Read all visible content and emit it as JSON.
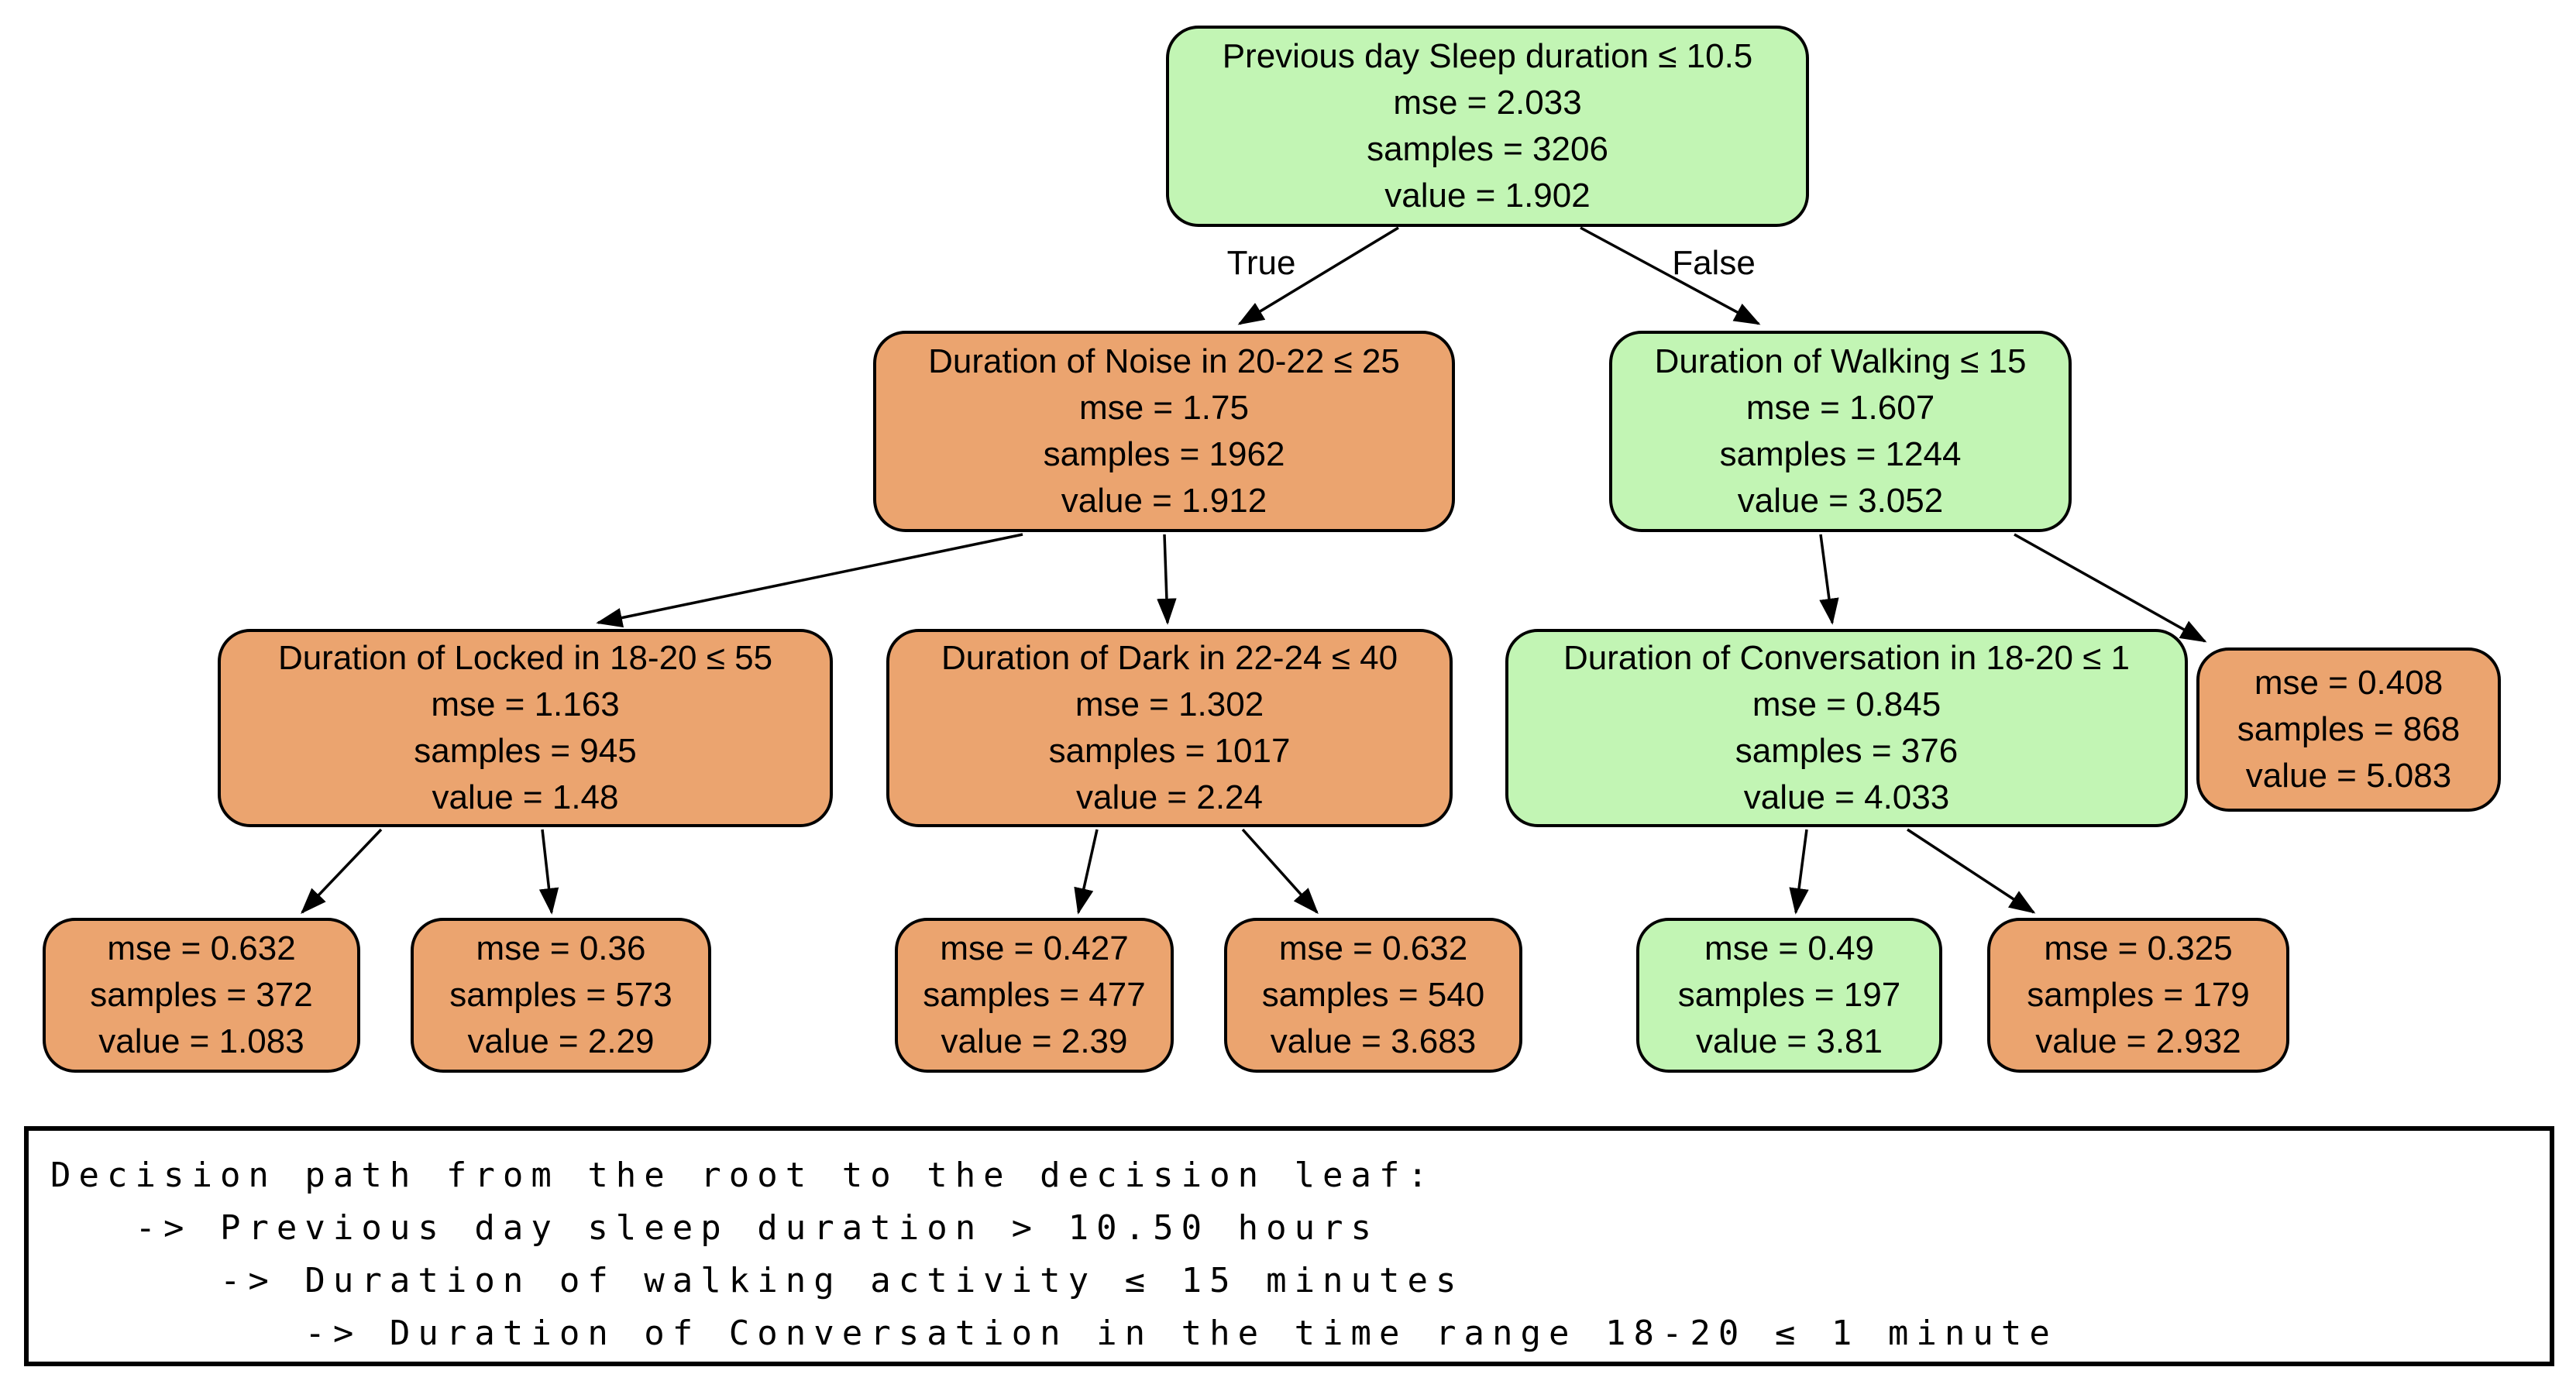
{
  "tree": {
    "colors": {
      "node_green": "#c2f5b4",
      "node_orange": "#eba46f",
      "edge_stroke": "#000000",
      "background": "#ffffff"
    },
    "edge_labels": {
      "true_label": "True",
      "false_label": "False"
    },
    "nodes": [
      {
        "condition": "Previous day Sleep duration ≤ 10.5",
        "mse": "mse = 2.033",
        "samples": "samples = 3206",
        "value": "value = 1.902"
      },
      {
        "condition": "Duration of Noise in 20-22 ≤ 25",
        "mse": "mse = 1.75",
        "samples": "samples = 1962",
        "value": "value = 1.912"
      },
      {
        "condition": "Duration of Walking ≤ 15",
        "mse": "mse = 1.607",
        "samples": "samples = 1244",
        "value": "value = 3.052"
      },
      {
        "condition": "Duration of Locked in 18-20 ≤ 55",
        "mse": "mse = 1.163",
        "samples": "samples = 945",
        "value": "value = 1.48"
      },
      {
        "condition": "Duration of Dark in 22-24 ≤ 40",
        "mse": "mse = 1.302",
        "samples": "samples = 1017",
        "value": "value = 2.24"
      },
      {
        "condition": "Duration of Conversation in 18-20 ≤ 1",
        "mse": "mse = 0.845",
        "samples": "samples = 376",
        "value": "value = 4.033"
      },
      {
        "mse": "mse = 0.408",
        "samples": "samples = 868",
        "value": "value = 5.083"
      },
      {
        "mse": "mse = 0.632",
        "samples": "samples = 372",
        "value": "value = 1.083"
      },
      {
        "mse": "mse = 0.36",
        "samples": "samples = 573",
        "value": "value = 2.29"
      },
      {
        "mse": "mse = 0.427",
        "samples": "samples = 477",
        "value": "value = 2.39"
      },
      {
        "mse": "mse = 0.632",
        "samples": "samples = 540",
        "value": "value = 3.683"
      },
      {
        "mse": "mse = 0.49",
        "samples": "samples = 197",
        "value": "value = 3.81"
      },
      {
        "mse": "mse = 0.325",
        "samples": "samples = 179",
        "value": "value = 2.932"
      }
    ],
    "decision_path": {
      "line1": "Decision path from the root to the decision leaf:",
      "line2": "   -> Previous day sleep duration > 10.50 hours",
      "line3": "      -> Duration of walking activity ≤ 15 minutes",
      "line4": "         -> Duration of Conversation in the time range 18-20 ≤ 1 minute"
    }
  }
}
